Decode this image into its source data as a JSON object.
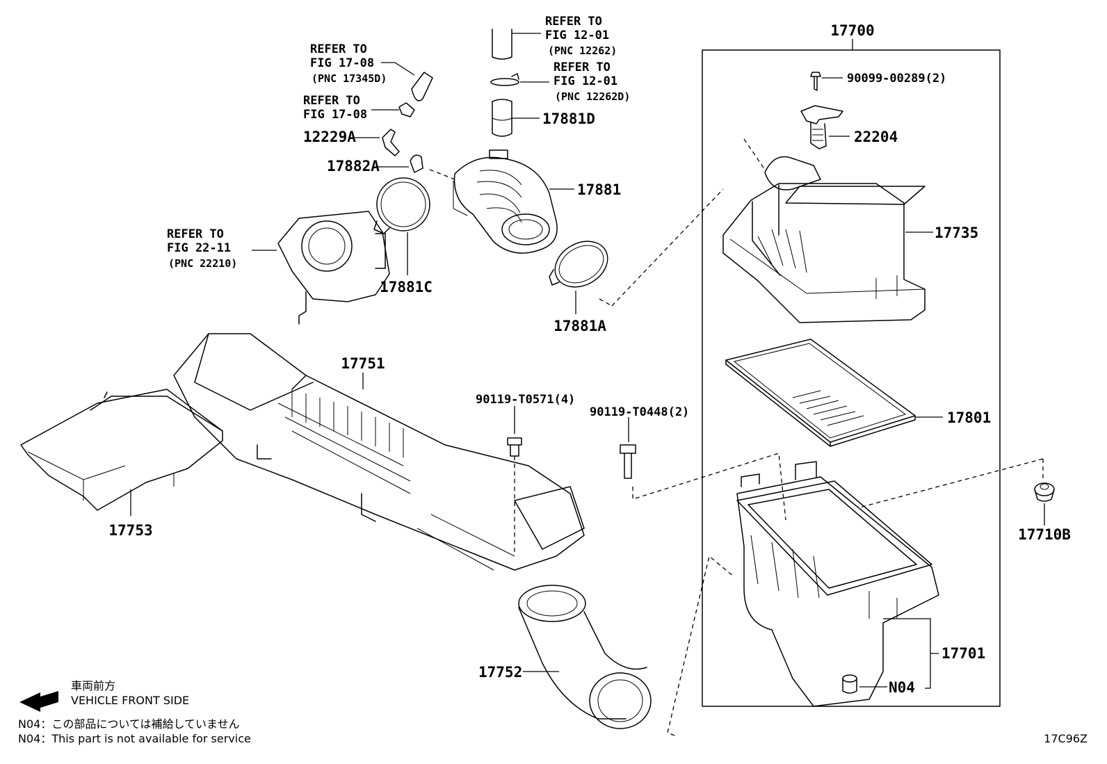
{
  "diagram": {
    "part_numbers": {
      "p17700": "17700",
      "p90099": "90099-00289(2)",
      "p22204": "22204",
      "p17735": "17735",
      "p17801": "17801",
      "p17701": "17701",
      "n04_callout": "N04",
      "p17710b": "17710B",
      "p17881d": "17881D",
      "p17881": "17881",
      "p12229a": "12229A",
      "p17882a": "17882A",
      "p17881c": "17881C",
      "p17881a": "17881A",
      "p17751": "17751",
      "p17753": "17753",
      "p17752": "17752",
      "p90119_t0571": "90119-T0571(4)",
      "p90119_t0448": "90119-T0448(2)"
    },
    "refs": {
      "ref_12262": {
        "line1": "REFER TO",
        "line2": "FIG 12-01",
        "line3": "(PNC 12262)"
      },
      "ref_12262d": {
        "line1": "REFER TO",
        "line2": "FIG 12-01",
        "line3": "(PNC 12262D)"
      },
      "ref_17345d": {
        "line1": "REFER TO",
        "line2": "FIG 17-08",
        "line3": "(PNC 17345D)"
      },
      "ref_1708": {
        "line1": "REFER TO",
        "line2": "FIG 17-08"
      },
      "ref_22210": {
        "line1": "REFER TO",
        "line2": "FIG 22-11",
        "line3": "(PNC 22210)"
      }
    },
    "legend": {
      "direction_jp": "車両前方",
      "direction_en": "VEHICLE FRONT SIDE",
      "note_jp": "N04：この部品については補給していません",
      "note_en": "N04：This part is not available for service"
    },
    "figure_id": "17C96Z"
  }
}
